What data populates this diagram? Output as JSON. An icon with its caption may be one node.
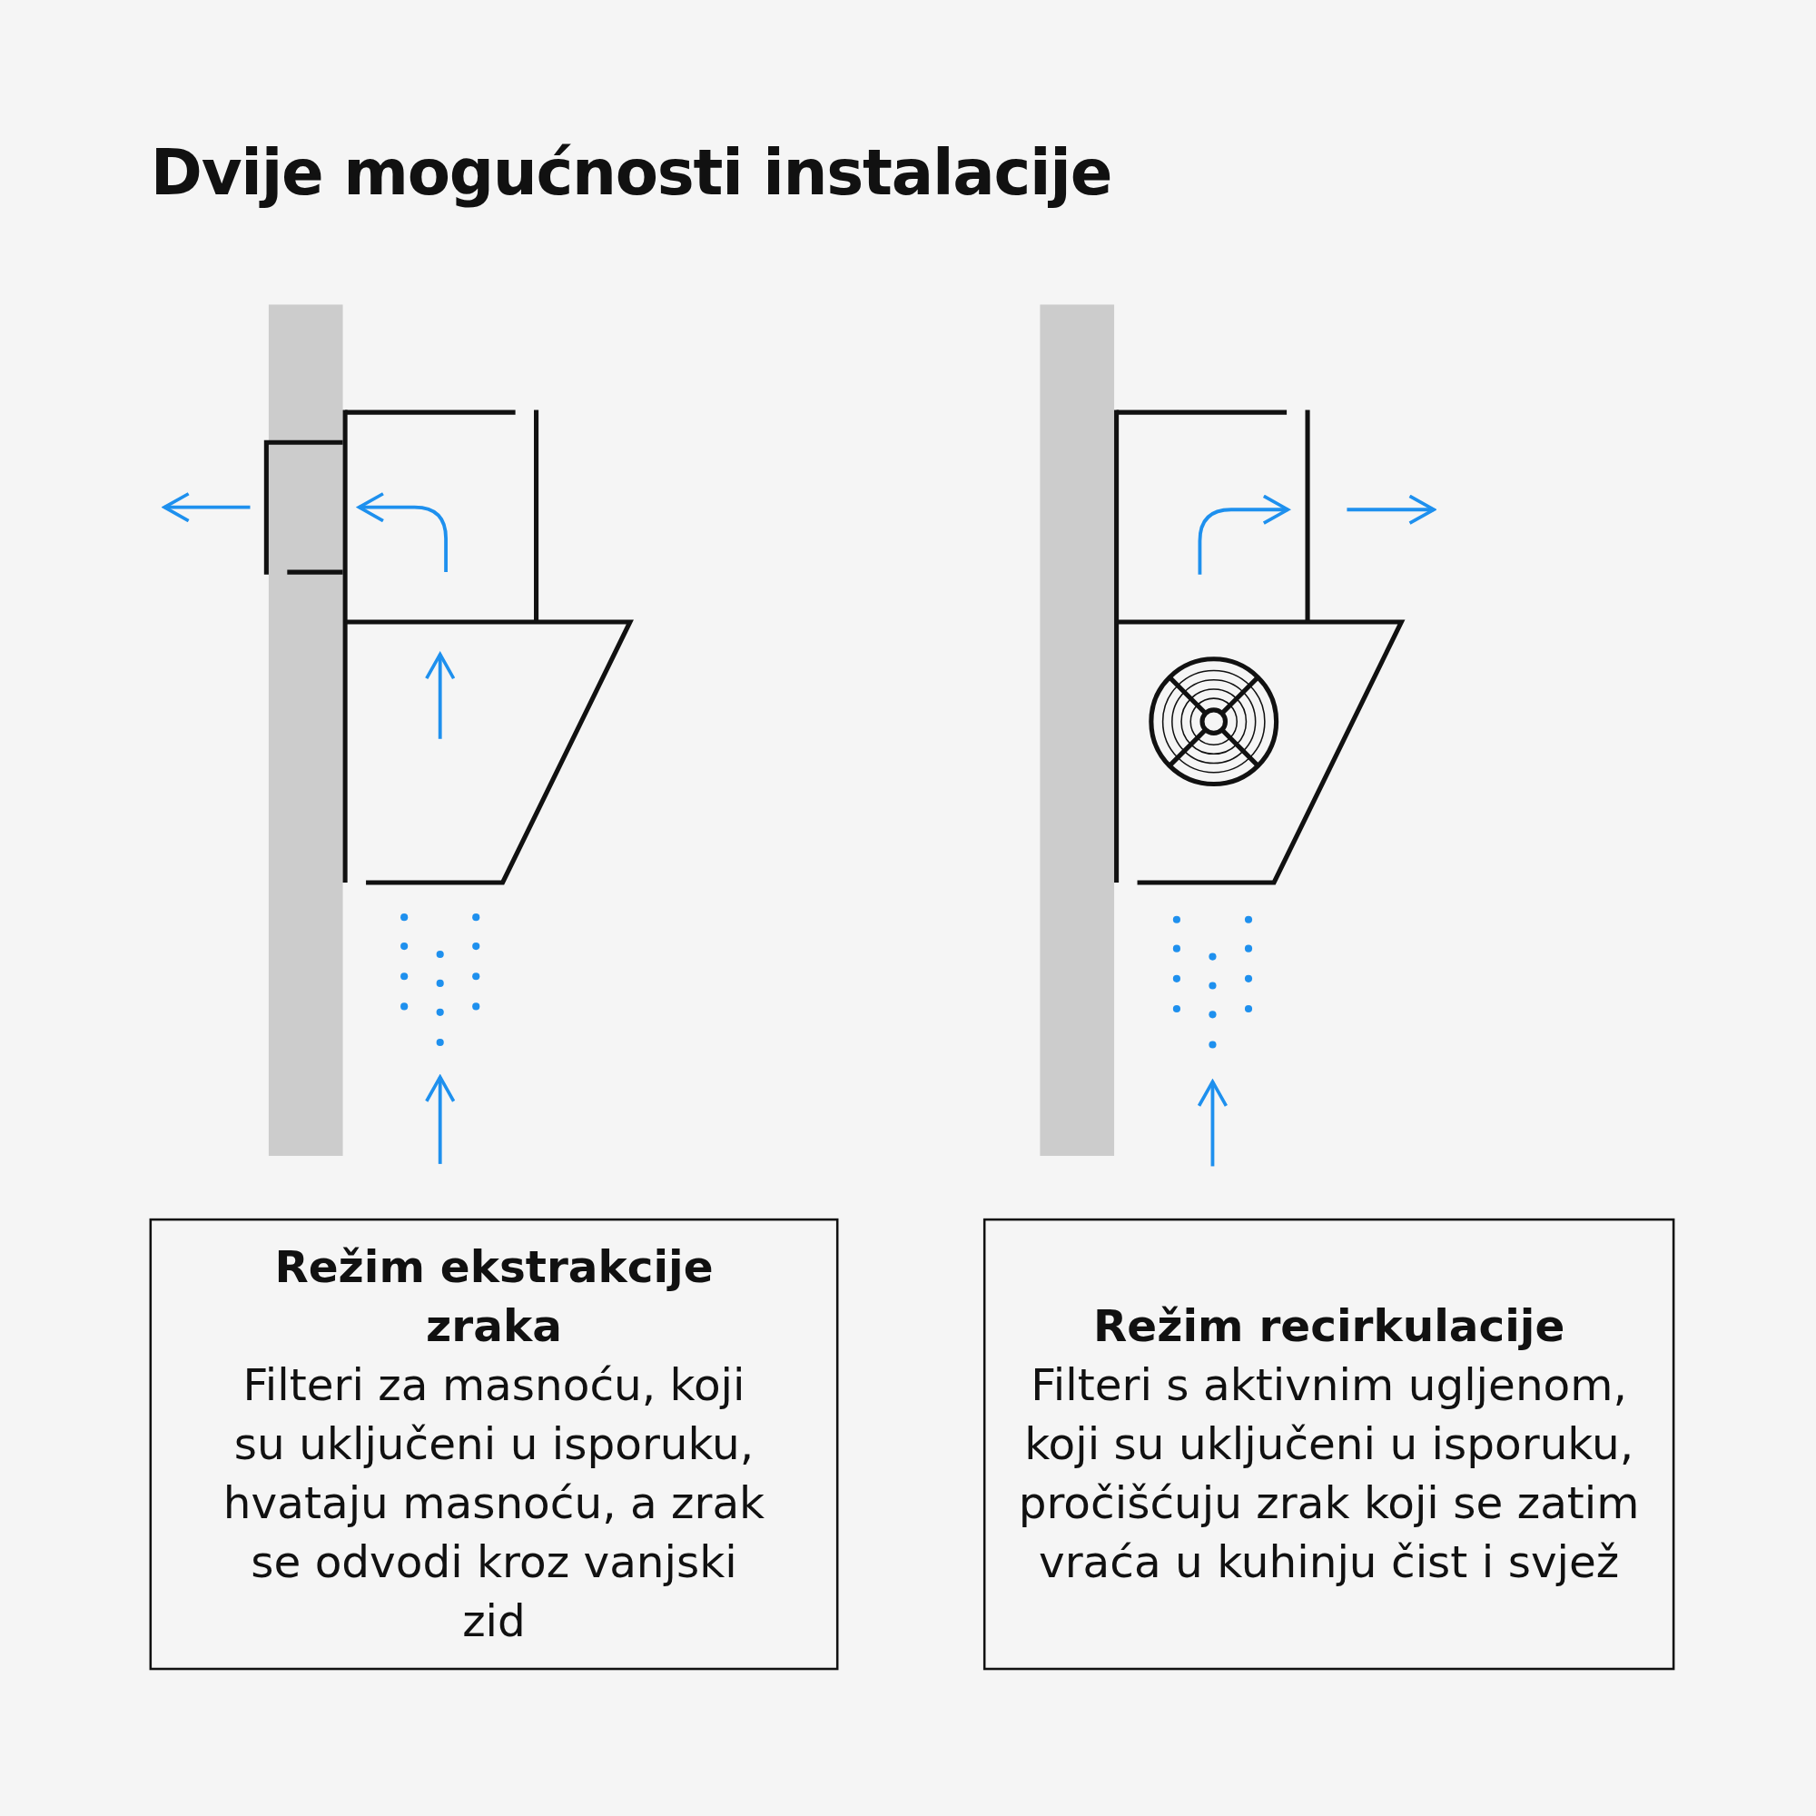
{
  "diagram": {
    "title": "Dvije mogućnosti instalacije",
    "nodes": [
      {
        "text": [
          "Režim ekstrakcije zraka",
          "Filteri za masnoću, koji su uključeni u isporuku, hvataju masnoću, a zrak se odvodi kroz vanjski zid"
        ]
      },
      {
        "text": [
          "Režim recirkulacije",
          "Filteri s aktivnim ugljenom, koji su uključeni u isporuku, pročišćuju zrak koji se zatim vraća u kuhinju čist i svjež"
        ]
      }
    ],
    "edges": []
  }
}
